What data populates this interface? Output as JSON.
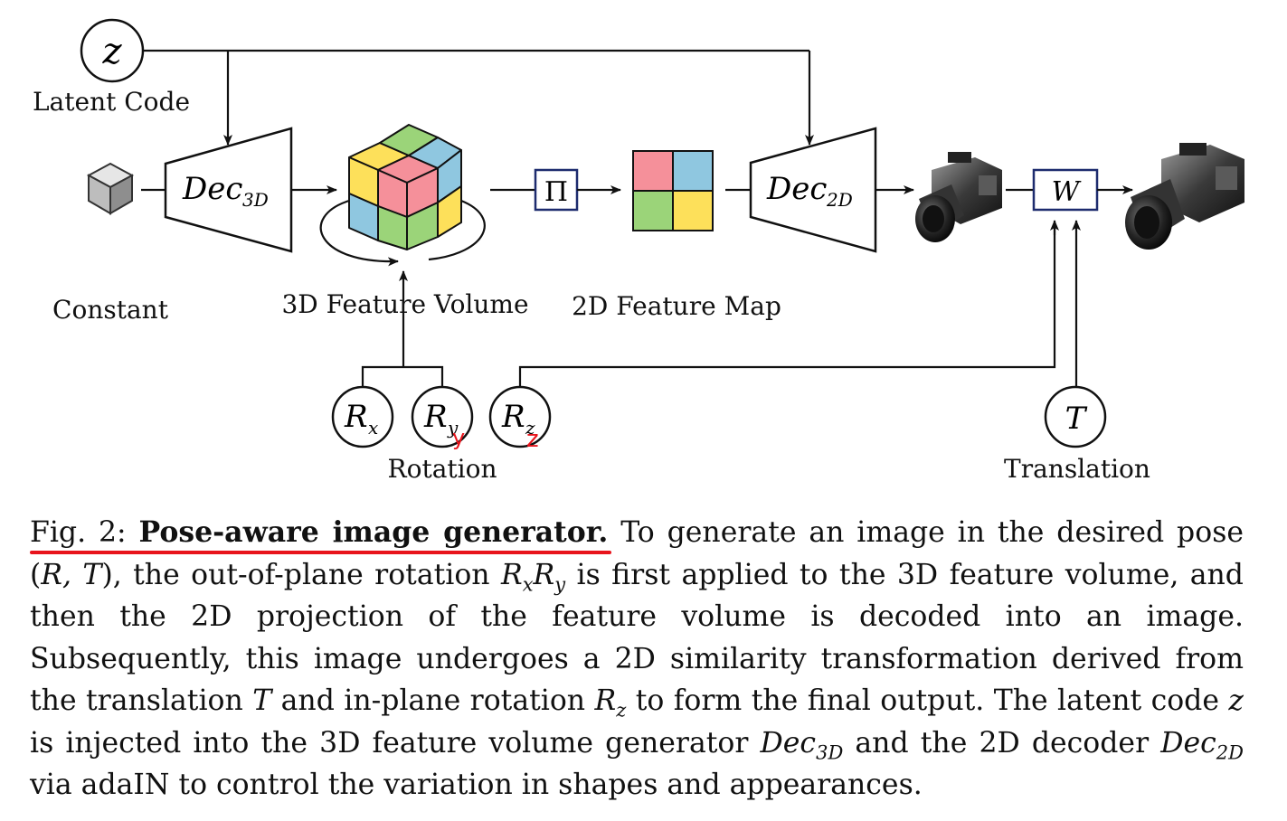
{
  "diagram": {
    "latent_symbol": "z",
    "latent_label": "Latent Code",
    "constant_label": "Constant",
    "dec3d_main": "Dec",
    "dec3d_sub": "3D",
    "dec2d_main": "Dec",
    "dec2d_sub": "2D",
    "feature_volume_label": "3D Feature Volume",
    "projection_symbol": "Π",
    "feature_map_label": "2D Feature Map",
    "warp_symbol": "W",
    "rotation_label": "Rotation",
    "translation_symbol": "T",
    "translation_label": "Translation",
    "rx_main": "R",
    "rx_sub": "x",
    "ry_main": "R",
    "ry_sub": "y",
    "rz_main": "R",
    "rz_sub": "z",
    "handwritten_marks": [
      "y",
      "z"
    ],
    "colors": {
      "cube_yellow": "#fde05a",
      "cube_green": "#9bd479",
      "cube_blue": "#8fc7e0",
      "cube_pink": "#f5909a",
      "annotation_red": "#e8141c",
      "warp_box": "#1d2b6e"
    }
  },
  "caption": {
    "fig_label": "Fig. 2:",
    "title": "Pose-aware image generator.",
    "t1": " To generate an image in the desired pose (",
    "t2": "), the out-of-plane rotation ",
    "t3": " is first applied to the 3D feature volume, and then the 2D projection of the feature volume is decoded into an image. Subsequently, this image undergoes a 2D similarity transformation derived from the translation ",
    "t4": " and in-plane rotation ",
    "t5": " to form the final output. The latent code ",
    "t6": " is injected into the 3D feature volume generator ",
    "t7": " and the 2D decoder ",
    "t8": " via adaIN to control the variation in shapes and appearances.",
    "pose": "R, T",
    "r1": "R",
    "r1_sub": "x",
    "r2": "R",
    "r2_sub": "y",
    "trans": "T",
    "rz": "R",
    "rz_sub": "z",
    "z": "z",
    "dec3": "Dec",
    "dec3_sub": "3D",
    "dec2": "Dec",
    "dec2_sub": "2D"
  }
}
